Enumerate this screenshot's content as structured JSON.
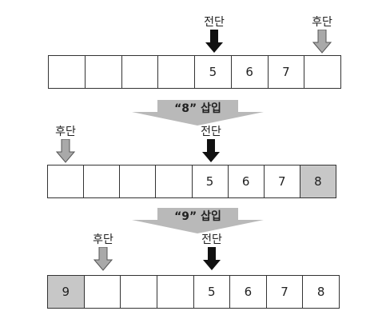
{
  "pointer_labels": {
    "front": "전단",
    "rear": "후단"
  },
  "colors": {
    "black_arrow": "#111111",
    "gray_arrow": "#a9a9a9",
    "gray_cell": "#c7c7c7",
    "banner": "#b9b9b9"
  },
  "steps": [
    {
      "cells": [
        "",
        "",
        "",
        "",
        "5",
        "6",
        "7",
        ""
      ],
      "front_index": 4,
      "rear_index": 7,
      "gray_cells": []
    },
    {
      "cells": [
        "",
        "",
        "",
        "",
        "5",
        "6",
        "7",
        "8"
      ],
      "front_index": 4,
      "rear_index": 0,
      "gray_cells": [
        7
      ]
    },
    {
      "cells": [
        "9",
        "",
        "",
        "",
        "5",
        "6",
        "7",
        "8"
      ],
      "front_index": 4,
      "rear_index": 1,
      "gray_cells": [
        0
      ]
    }
  ],
  "transitions": [
    {
      "label": "“8” 삽입"
    },
    {
      "label": "“9” 삽입"
    }
  ]
}
